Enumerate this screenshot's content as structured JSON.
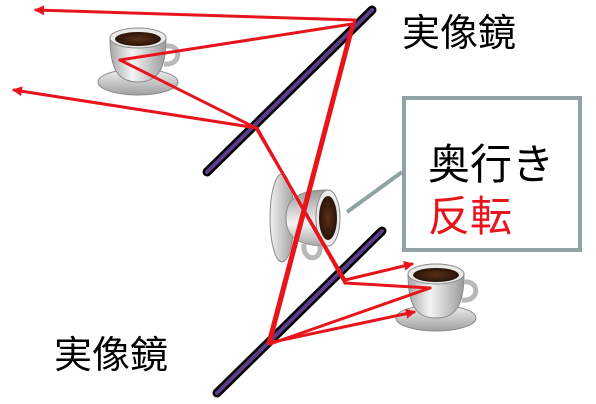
{
  "labels": {
    "top_mirror": "実像鏡",
    "bottom_mirror": "実像鏡"
  },
  "callout": {
    "line1": "奥行き",
    "line2": "反転"
  },
  "colors": {
    "ray": "#e8141c",
    "mirror": "#2a1640",
    "mirror_edge": "#6a4e9a",
    "callout_border": "#8fa3a3",
    "highlight_text": "#e8141c",
    "cup_body": "#dcdcdc",
    "coffee": "#3a1d0c"
  },
  "icons": [
    "coffee-cup-icon"
  ]
}
